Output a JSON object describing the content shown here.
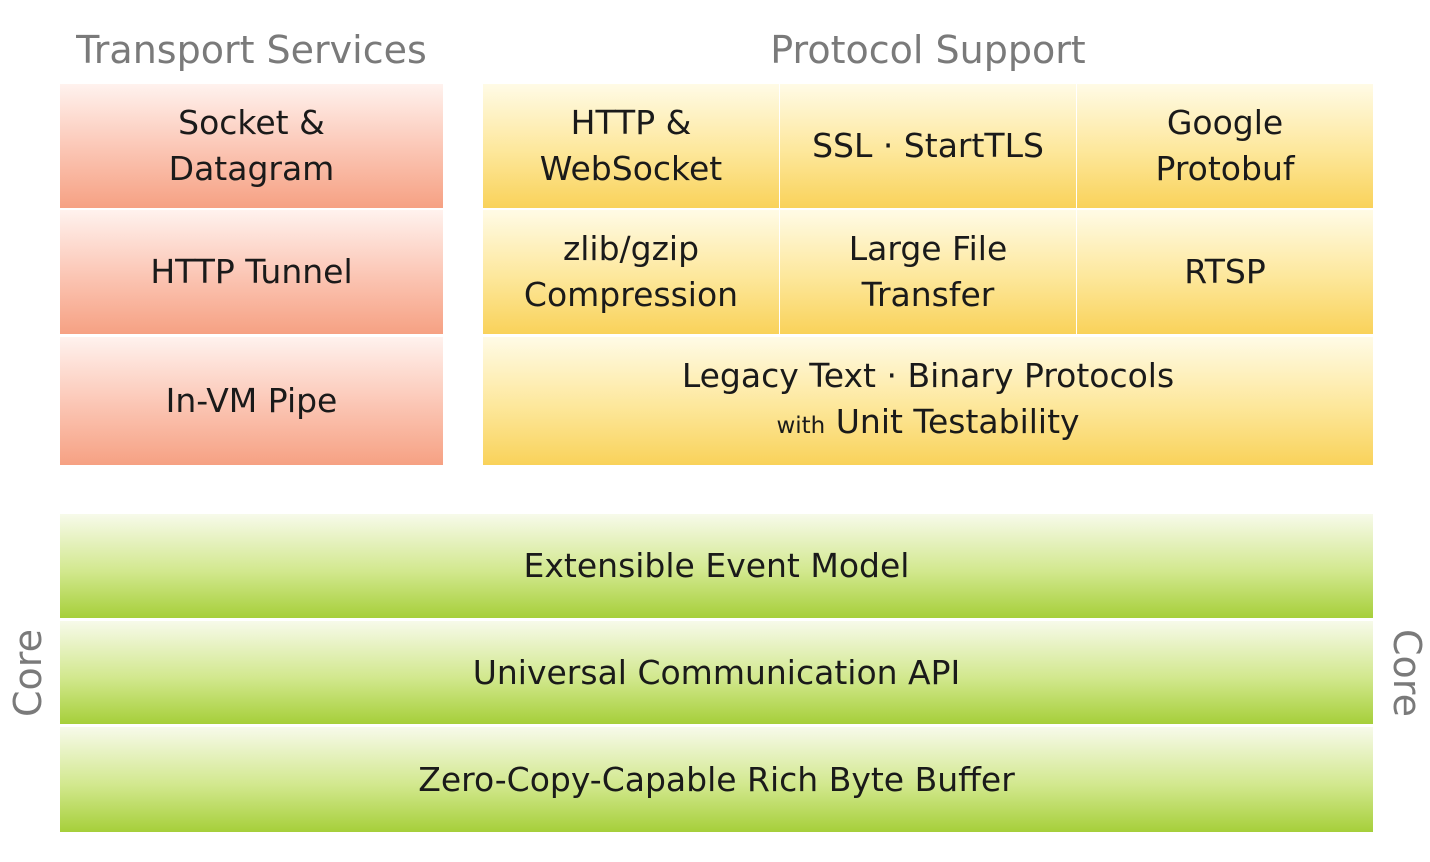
{
  "transport": {
    "title": "Transport Services",
    "items": [
      {
        "line1": "Socket &",
        "line2": "Datagram"
      },
      {
        "line1": "HTTP Tunnel"
      },
      {
        "line1": "In-VM Pipe"
      }
    ]
  },
  "protocol": {
    "title": "Protocol Support",
    "grid": [
      {
        "line1": "HTTP &",
        "line2": "WebSocket"
      },
      {
        "line1": "SSL · StartTLS"
      },
      {
        "line1": "Google",
        "line2": "Protobuf"
      },
      {
        "line1": "zlib/gzip",
        "line2": "Compression"
      },
      {
        "line1": "Large File",
        "line2": "Transfer"
      },
      {
        "line1": "RTSP"
      }
    ],
    "legacy": {
      "line1": "Legacy Text · Binary Protocols",
      "with": "with",
      "line2": "Unit Testability"
    }
  },
  "core": {
    "label_left": "Core",
    "label_right": "Core",
    "layers": [
      "Extensible Event Model",
      "Universal Communication API",
      "Zero-Copy-Capable Rich Byte Buffer"
    ]
  },
  "colors": {
    "transport": "#f6a183",
    "protocol": "#f9d25a",
    "core": "#a6cf3a",
    "title_text": "#7a7a7a"
  }
}
